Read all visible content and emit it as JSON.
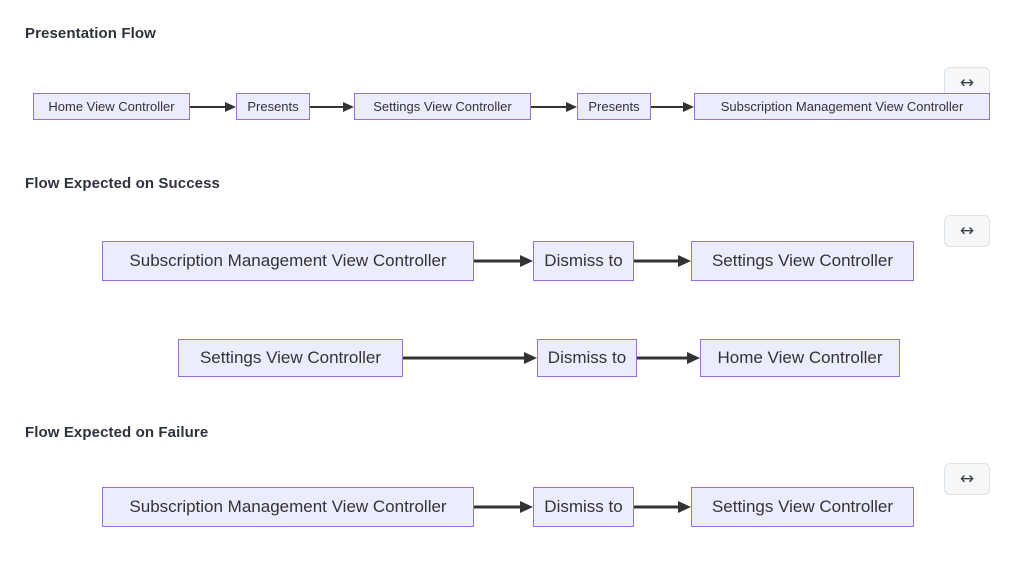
{
  "ui": {
    "expand_icon": "↔"
  },
  "sections": [
    {
      "heading": "Presentation Flow",
      "diagram": {
        "type": "flowchart-lr",
        "rows": [
          {
            "nodes": [
              "Home View Controller",
              "Presents",
              "Settings View Controller",
              "Presents",
              "Subscription Management View Controller"
            ]
          }
        ]
      }
    },
    {
      "heading": "Flow Expected on Success",
      "diagram": {
        "type": "flowchart-lr",
        "rows": [
          {
            "nodes": [
              "Subscription Management View Controller",
              "Dismiss to",
              "Settings View Controller"
            ]
          },
          {
            "nodes": [
              "Settings View Controller",
              "Dismiss to",
              "Home View Controller"
            ]
          }
        ]
      }
    },
    {
      "heading": "Flow Expected on Failure",
      "diagram": {
        "type": "flowchart-lr",
        "rows": [
          {
            "nodes": [
              "Subscription Management View Controller",
              "Dismiss to",
              "Settings View Controller"
            ]
          }
        ]
      }
    }
  ],
  "colors": {
    "node_fill": "#ECECFF",
    "node_border": "#9370DB",
    "node_text": "#333333",
    "edge": "#333333",
    "heading_text": "#2d333b",
    "button_background": "#f7f8f9",
    "button_border": "#dee1e4",
    "button_icon": "#3d4248",
    "page_background": "#ffffff"
  }
}
